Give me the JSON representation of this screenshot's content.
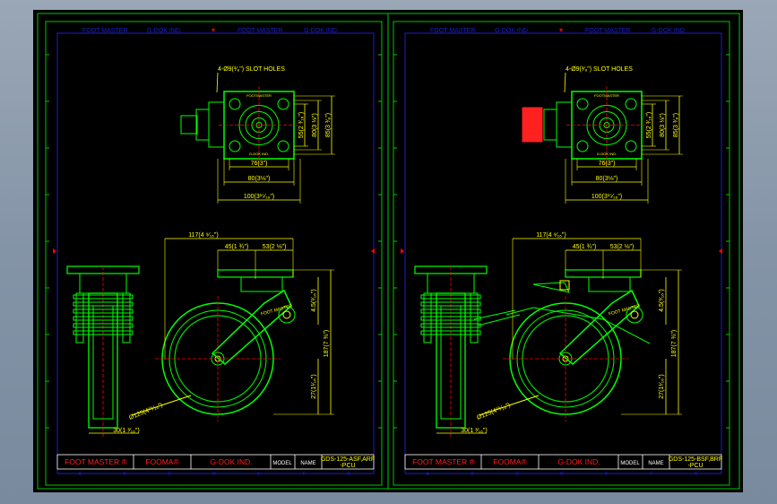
{
  "colors": {
    "background": "#8a9aae",
    "canvas": "#000000",
    "border": "#00c800",
    "frame": "#1e1ecc",
    "part": "#00ff00",
    "dimension": "#ffff00",
    "centerline": "#ff0000",
    "title_red": "#ff2020",
    "wheel_green": "#00e000"
  },
  "sheets": [
    {
      "header": [
        "FOOT MASTER",
        "G-DOK IND.",
        "FOOT MASTER",
        "G-DOK IND."
      ],
      "slot_note": "4-Ø9(³⁄₈\") SLOT HOLES",
      "plate_label_top": "FOOTMASTER",
      "plate_label_bottom": "G-DOK IND.",
      "dim_76": "76(3\")",
      "dim_80": "80(3⅛\")",
      "dim_100": "100(3¹⁵⁄₁₆\")",
      "dim_55": "55(2 ³⁄₁₆\")",
      "dim_80v": "80(3 ⅛\")",
      "dim_85": "85(3 ³⁄₈\")",
      "dim_117": "117(4 ⁹⁄₁₆\")",
      "dim_45": "45(1 ¾\")",
      "dim_53": "53(2 ⅛\")",
      "dim_45v": "4.5(³⁄₁₆\")",
      "dim_187": "187(7 ⅜\")",
      "dim_27": "27(1¹⁄₁₆\")",
      "dim_dia": "Ø125(4¹⁵⁄₁₆\")",
      "dim_30": "30(1 ³⁄₁₆\")",
      "arm_label": "FOOT MASTER",
      "title_block": {
        "brand1": "FOOT MASTER ®",
        "brand2": "FOOMA®",
        "brand3": "G-DOK IND.",
        "model_label": "MODEL",
        "name_label": "NAME",
        "model": "GDS-125-ASF,ARF",
        "model_line2": "-PCU"
      },
      "zones": [
        "A",
        "B",
        "C",
        "D",
        "E",
        "F",
        "G"
      ]
    },
    {
      "header": [
        "FOOT MASTER",
        "G-DOK IND.",
        "FOOT MASTER",
        "G-DOK IND."
      ],
      "slot_note": "4-Ø9(³⁄₈\") SLOT HOLES",
      "plate_label_top": "FOOTMASTER",
      "plate_label_bottom": "G-DOK IND.",
      "dim_76": "76(3\")",
      "dim_80": "80(3⅛\")",
      "dim_100": "100(3¹⁵⁄₁₆\")",
      "dim_55": "55(2 ³⁄₁₆\")",
      "dim_80v": "80(3 ⅛\")",
      "dim_85": "85(3 ³⁄₈\")",
      "dim_117": "117(4 ⁹⁄₁₆\")",
      "dim_45": "45(1 ¾\")",
      "dim_53": "53(2 ⅛\")",
      "dim_45v": "4.5(³⁄₁₆\")",
      "dim_187": "187(7 ⅜\")",
      "dim_27": "27(1¹⁄₁₆\")",
      "dim_dia": "Ø125(4¹⁵⁄₁₆\")",
      "dim_30": "30(1 ³⁄₁₆\")",
      "arm_label": "FOOT MASTER",
      "title_block": {
        "brand1": "FOOT MASTER ®",
        "brand2": "FOOMA®",
        "brand3": "G-DOK IND.",
        "model_label": "MODEL",
        "name_label": "NAME",
        "model": "GDS-125-BSF,BRF",
        "model_line2": "-PCU"
      },
      "zones": [
        "A",
        "B",
        "C",
        "D",
        "E",
        "F",
        "G"
      ]
    }
  ]
}
